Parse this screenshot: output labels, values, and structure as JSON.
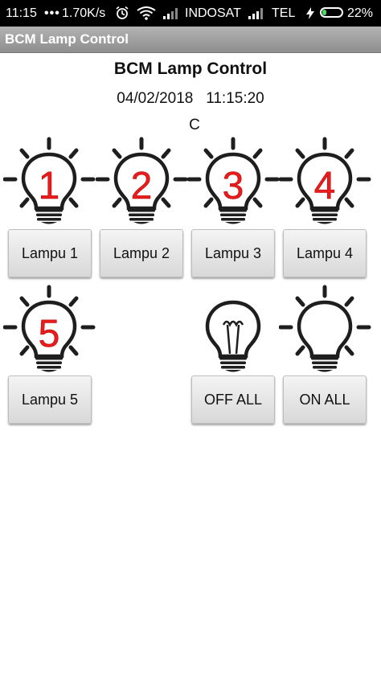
{
  "status_bar": {
    "time": "11:15",
    "speed": "1.70K/s",
    "carrier1": "INDOSAT",
    "carrier2": "TEL",
    "battery_text": "22%",
    "battery_level": 0.22
  },
  "app_bar": {
    "title": "BCM Lamp Control"
  },
  "main": {
    "title": "BCM Lamp Control",
    "date": "04/02/2018",
    "time": "11:15:20",
    "status_char": "C"
  },
  "lamps": [
    {
      "number": "1",
      "state": "on"
    },
    {
      "number": "2",
      "state": "on"
    },
    {
      "number": "3",
      "state": "on"
    },
    {
      "number": "4",
      "state": "on"
    },
    {
      "number": "5",
      "state": "on"
    }
  ],
  "buttons": {
    "lampu1": "Lampu 1",
    "lampu2": "Lampu 2",
    "lampu3": "Lampu 3",
    "lampu4": "Lampu 4",
    "lampu5": "Lampu 5",
    "off_all": "OFF ALL",
    "on_all": "ON ALL"
  },
  "icons": {
    "all_off": "bulb-off-icon",
    "all_on": "bulb-on-icon"
  },
  "colors": {
    "lamp_number": "#e81c1c",
    "lamp_body": "#1e1e1e"
  }
}
